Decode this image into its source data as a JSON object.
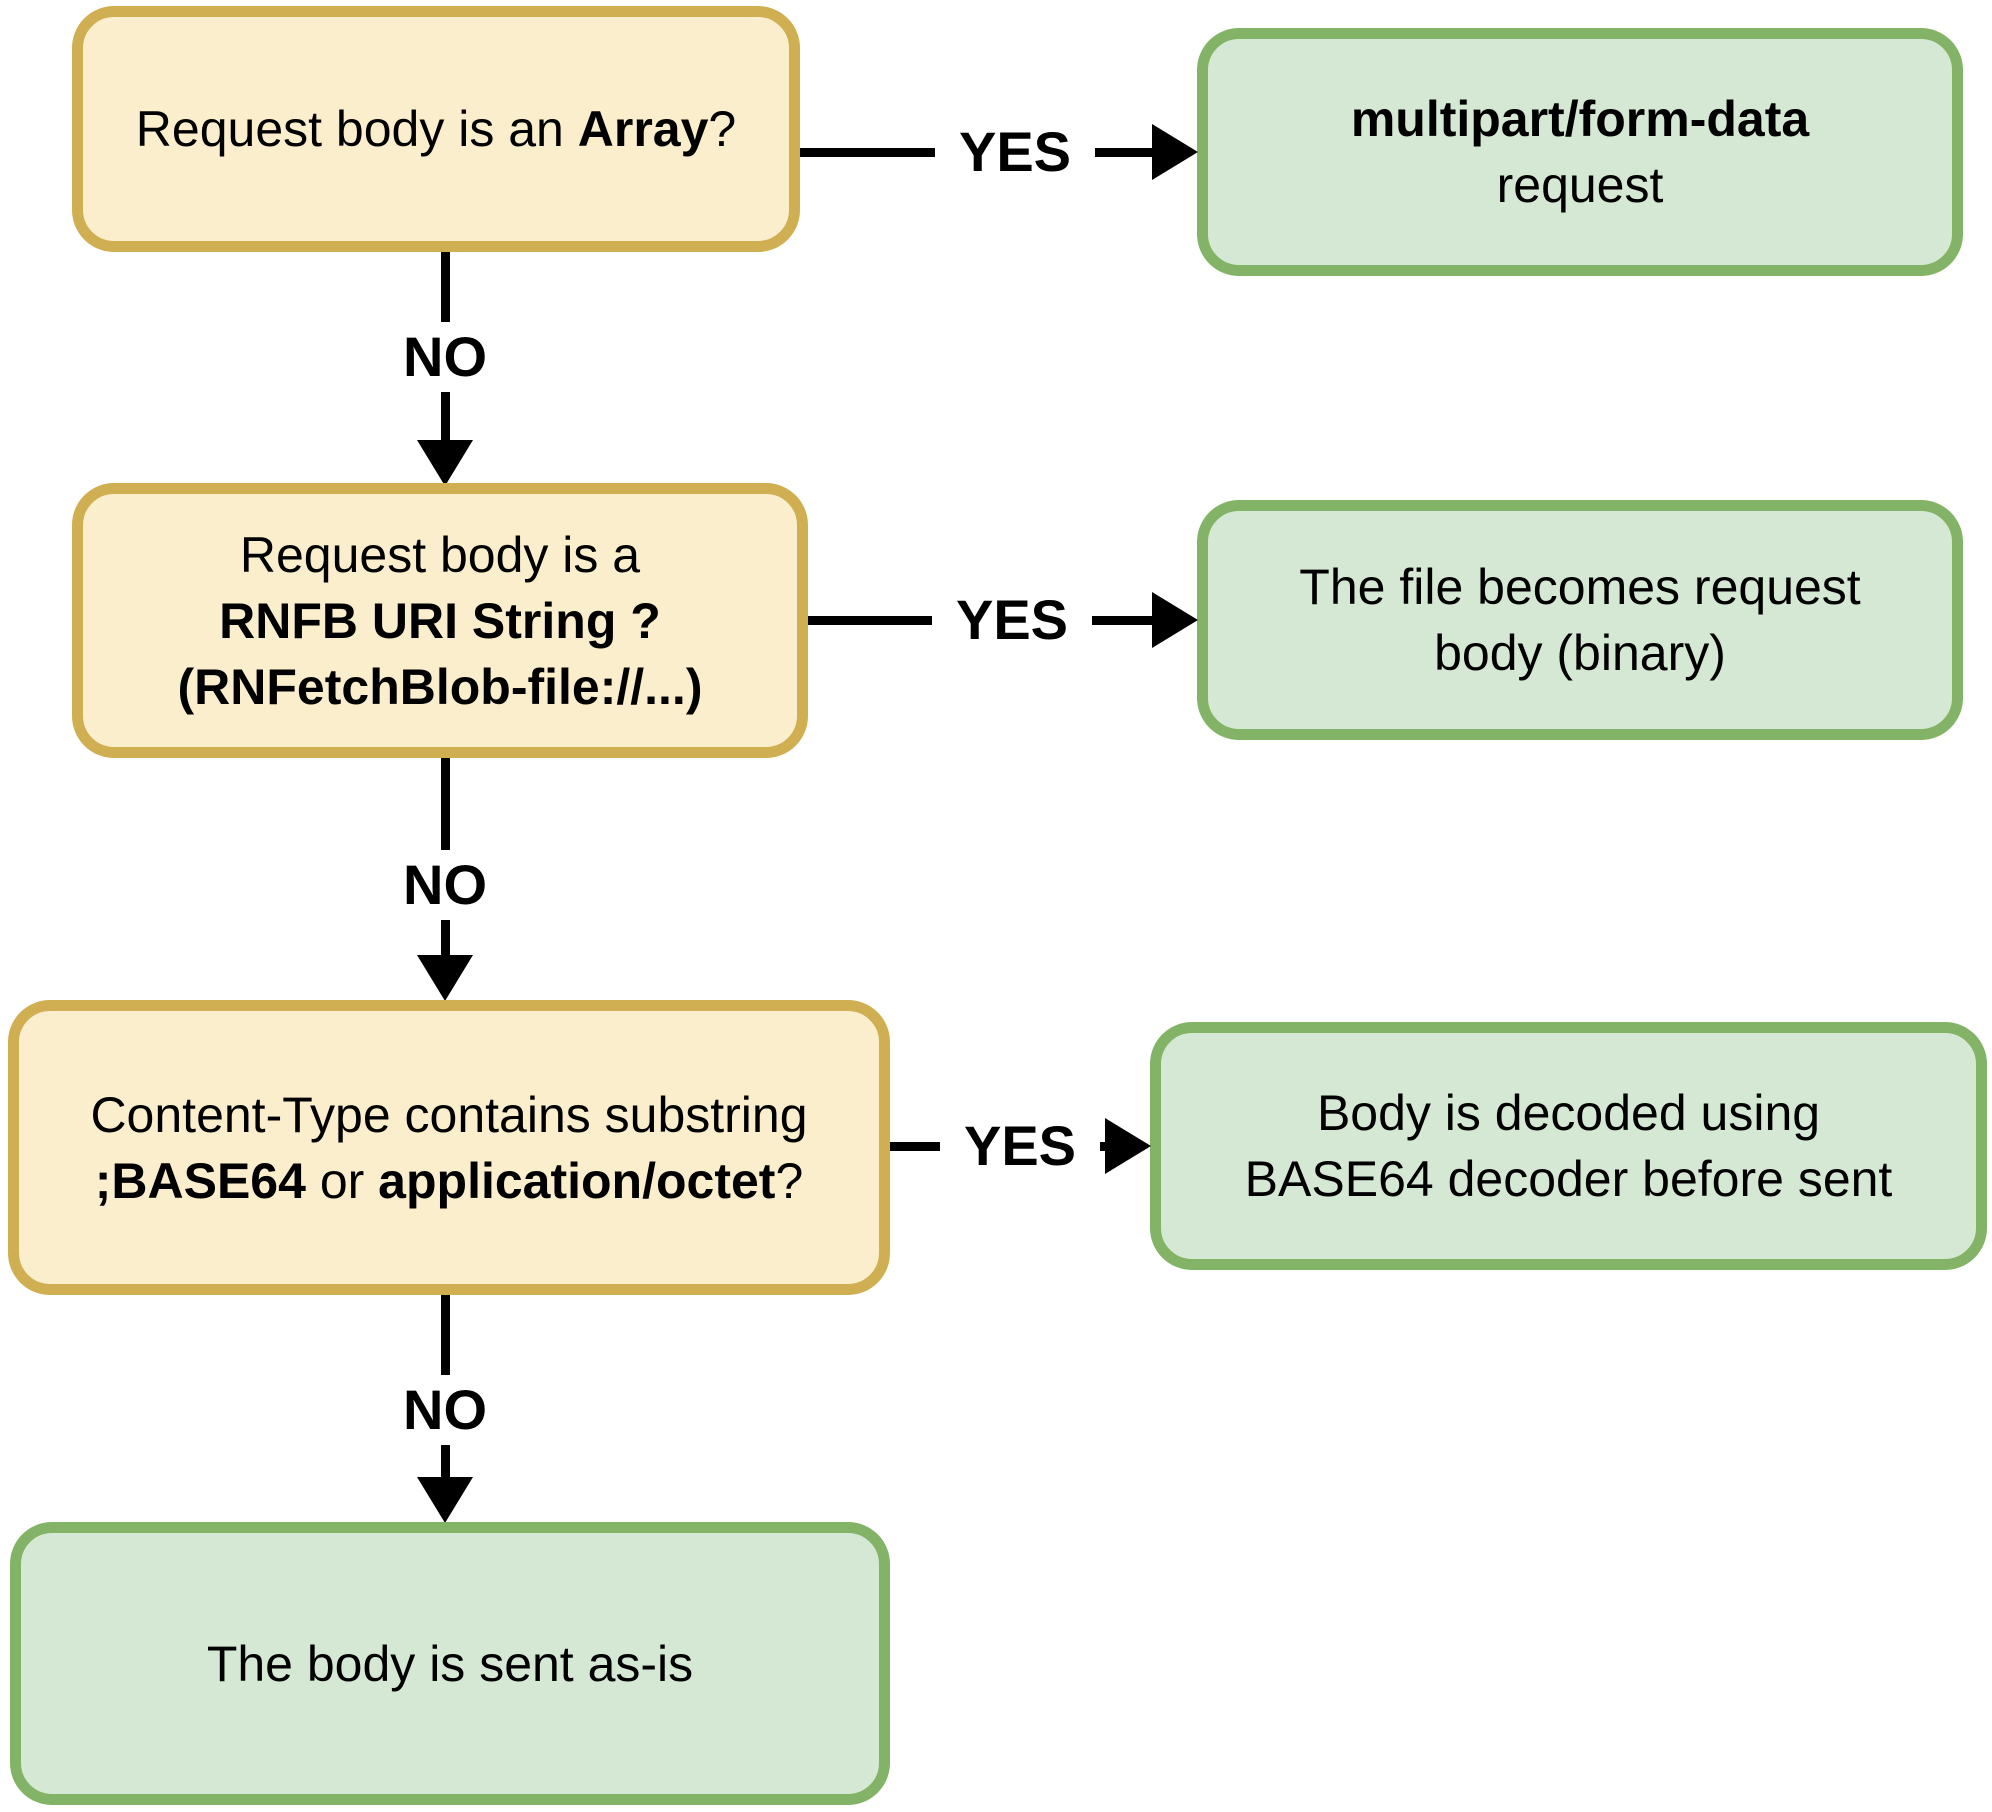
{
  "colors": {
    "yellow_fill": "#FAEECD",
    "yellow_border": "#D0AE52",
    "green_fill": "#D5E8D4",
    "green_border": "#82B366",
    "arrow": "#000000",
    "text": "#000000"
  },
  "labels": {
    "yes": "YES",
    "no": "NO"
  },
  "nodes": {
    "q_array": {
      "type": "decision",
      "lines": [
        [
          {
            "t": "Request body is an ",
            "bold": false
          },
          {
            "t": "Array",
            "bold": true
          },
          {
            "t": "?",
            "bold": false
          }
        ]
      ]
    },
    "multipart": {
      "type": "result",
      "lines": [
        [
          {
            "t": "multipart/form-data",
            "bold": true
          }
        ],
        [
          {
            "t": "request",
            "bold": false
          }
        ]
      ]
    },
    "q_rnfb": {
      "type": "decision",
      "lines": [
        [
          {
            "t": "Request body is a",
            "bold": false
          }
        ],
        [
          {
            "t": "RNFB URI String ?",
            "bold": true
          }
        ],
        [
          {
            "t": "(RNFetchBlob-file://...)",
            "bold": true
          }
        ]
      ]
    },
    "file_binary": {
      "type": "result",
      "lines": [
        [
          {
            "t": "The file becomes request",
            "bold": false
          }
        ],
        [
          {
            "t": "body (binary)",
            "bold": false
          }
        ]
      ]
    },
    "q_base64": {
      "type": "decision",
      "lines": [
        [
          {
            "t": "Content-Type contains substring",
            "bold": false
          }
        ],
        [
          {
            "t": ";BASE64",
            "bold": true
          },
          {
            "t": " or ",
            "bold": false
          },
          {
            "t": "application/octet",
            "bold": true
          },
          {
            "t": "?",
            "bold": false
          }
        ]
      ]
    },
    "base64_decoded": {
      "type": "result",
      "lines": [
        [
          {
            "t": "Body is decoded using",
            "bold": false
          }
        ],
        [
          {
            "t": "BASE64 decoder before sent",
            "bold": false
          }
        ]
      ]
    },
    "sent_asis": {
      "type": "result",
      "lines": [
        [
          {
            "t": "The body is sent as-is",
            "bold": false
          }
        ]
      ]
    }
  }
}
